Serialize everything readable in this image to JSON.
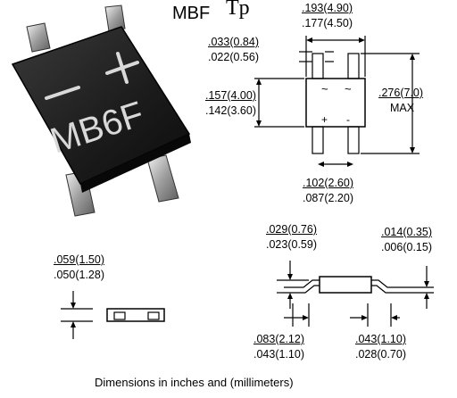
{
  "title": "MBF",
  "top_cut_text": "Tp",
  "caption": "Dimensions in inches and (millimeters)",
  "component": {
    "marking": "MB6F",
    "minus_symbol": "—",
    "plus_symbol": "+"
  },
  "outline_symbols": {
    "tilde_left": "~",
    "tilde_right": "~",
    "plus": "+",
    "minus": "-"
  },
  "dimensions": {
    "body_width": {
      "upper": ".193(4.90)",
      "lower": ".177(4.50)"
    },
    "lead_width": {
      "upper": ".033(0.84)",
      "lower": ".022(0.56)"
    },
    "body_length": {
      "upper": ".157(4.00)",
      "lower": ".142(3.60)"
    },
    "overall_length": {
      "upper": ".276(7.0)",
      "lower": "MAX"
    },
    "lead_pitch": {
      "upper": ".102(2.60)",
      "lower": ".087(2.20)"
    },
    "lead_height": {
      "upper": ".029(0.76)",
      "lower": ".023(0.59)"
    },
    "lead_thickness": {
      "upper": ".014(0.35)",
      "lower": ".006(0.15)"
    },
    "body_thickness": {
      "upper": ".059(1.50)",
      "lower": ".050(1.28)"
    },
    "standoff": {
      "upper": ".083(2.12)",
      "lower": ".043(1.10)"
    },
    "foot_length": {
      "upper": ".043(1.10)",
      "lower": ".028(0.70)"
    }
  },
  "colors": {
    "ink": "#000000",
    "package_body": "#1c1c1c",
    "package_marking": "#d9d9d9",
    "lead_metal": "#b9b9b9"
  }
}
